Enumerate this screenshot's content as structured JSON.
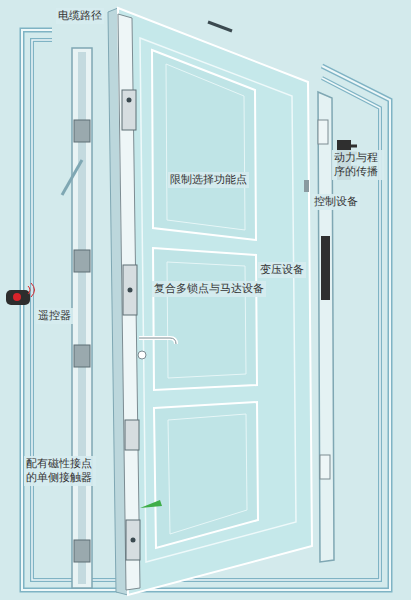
{
  "diagram": {
    "labels": [
      "电缆路径",
      "动力与程序的传播",
      "限制选择功能点",
      "控制设备",
      "变压设备",
      "复合多锁点与马达设备",
      "遥控器",
      "配有磁性接点的单侧接触器"
    ]
  }
}
